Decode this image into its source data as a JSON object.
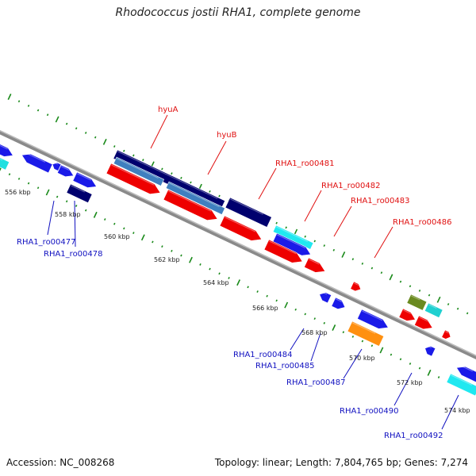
{
  "title": "Rhodococcus jostii RHA1, complete genome",
  "footer": {
    "accession": "Accession: NC_008268",
    "summary": "Topology: linear; Length: 7,804,765 bp; Genes: 7,274"
  },
  "colors": {
    "backbone": "#8a8a8a",
    "ruler": "#1a8a1a",
    "label_top": "#e01010",
    "label_bottom": "#1010c0"
  },
  "ruler_labels": [
    "556 kbp",
    "558 kbp",
    "560 kbp",
    "562 kbp",
    "564 kbp",
    "566 kbp",
    "568 kbp",
    "570 kbp",
    "572 kbp",
    "574 kbp"
  ],
  "top_gene_labels": [
    "hyuA",
    "hyuB",
    "RHA1_ro00481",
    "RHA1_ro00482",
    "RHA1_ro00483",
    "RHA1_ro00486"
  ],
  "bottom_gene_labels": [
    "RHA1_ro00477",
    "RHA1_ro00478",
    "RHA1_ro00484",
    "RHA1_ro00485",
    "RHA1_ro00487",
    "RHA1_ro00490",
    "RHA1_ro00492"
  ]
}
